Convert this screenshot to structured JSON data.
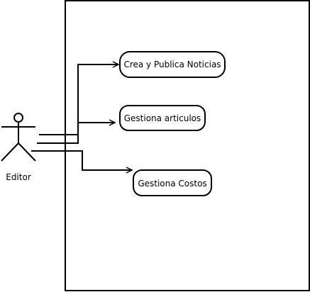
{
  "actor": {
    "name": "Editor"
  },
  "use_cases": [
    {
      "label": "Crea y Publica Noticias"
    },
    {
      "label": "Gestiona articulos"
    },
    {
      "label": "Gestiona Costos"
    }
  ],
  "colors": {
    "stroke": "#000000",
    "background": "#ffffff"
  }
}
